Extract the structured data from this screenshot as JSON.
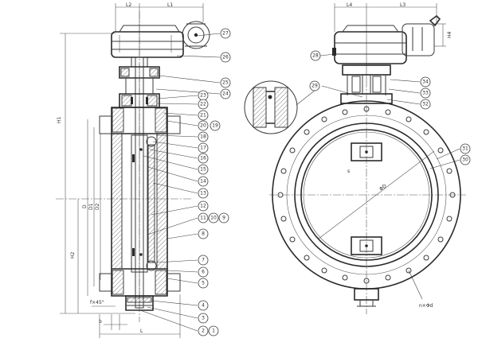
{
  "dimensions": {
    "L2": "L2",
    "L1": "L1",
    "L4": "L4",
    "L3": "L3",
    "H1": "H1",
    "H2": "H2",
    "H4": "H4",
    "D": "D",
    "D1": "D1",
    "D2": "D2",
    "L": "L",
    "b": "b",
    "f45": "f×45°",
    "phiD": "ΦD",
    "nphid": "n×Φd"
  },
  "parts_left": [
    "27",
    "26",
    "25",
    "24",
    "23",
    "22",
    "21",
    "20",
    "19",
    "18",
    "17",
    "16",
    "15",
    "14",
    "13",
    "12",
    "11",
    "10",
    "9",
    "8",
    "7",
    "6",
    "5",
    "4",
    "3",
    "2",
    "1"
  ],
  "parts_right": [
    "28",
    "29",
    "34",
    "33",
    "32",
    "31",
    "30"
  ]
}
